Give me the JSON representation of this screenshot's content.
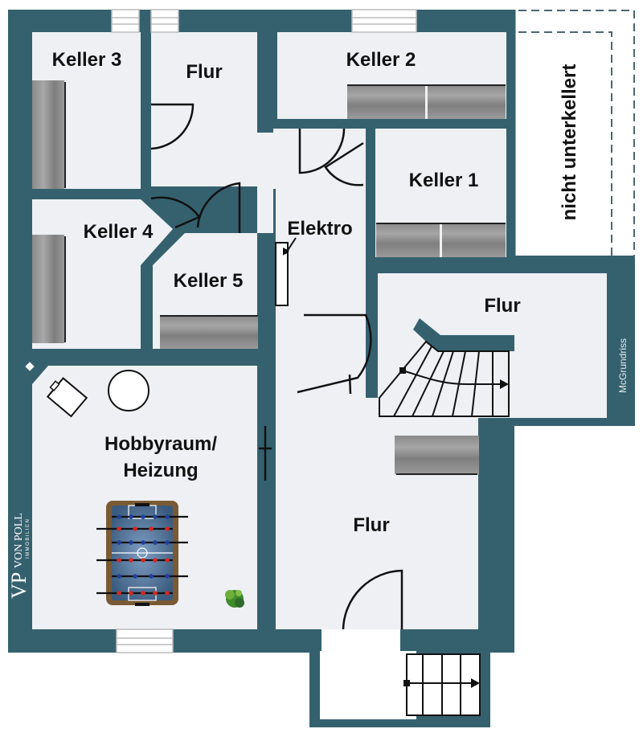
{
  "plan": {
    "title": "Kellergeschoss Grundriss",
    "colors": {
      "wall": "#35616f",
      "floor": "#eef0f4",
      "outside": "#ffffff",
      "line": "#111111",
      "dashed": "#4d6670"
    },
    "rooms": {
      "keller3": "Keller 3",
      "flur_top": "Flur",
      "keller2": "Keller 2",
      "keller1": "Keller 1",
      "keller4": "Keller 4",
      "keller5": "Keller 5",
      "elektro": "Elektro",
      "flur_stairs": "Flur",
      "hobby_line1": "Hobbyraum/",
      "hobby_line2": "Heizung",
      "flur_entry": "Flur"
    },
    "unbuilt_area": "nicht unterkellert",
    "credit": "McGrundriss",
    "logo": {
      "mark": "VP",
      "name": "VON POLL",
      "sub": "IMMOBILIEN"
    }
  }
}
